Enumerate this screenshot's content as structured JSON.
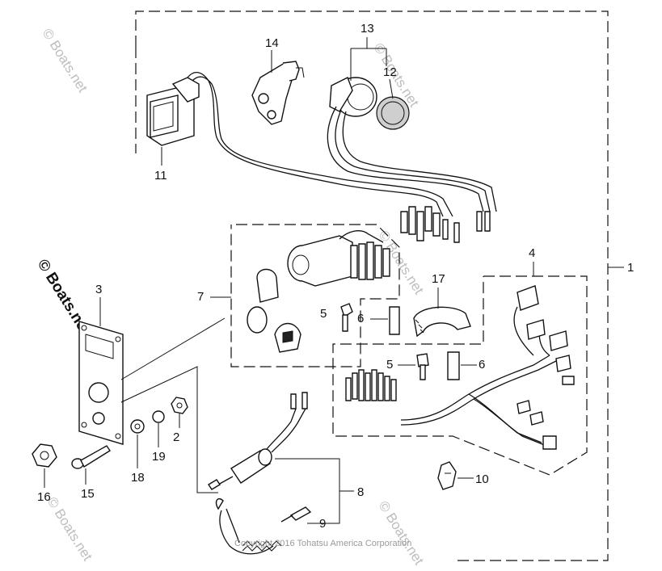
{
  "diagram": {
    "callouts": {
      "p1": "1",
      "p2": "2",
      "p3": "3",
      "p4": "4",
      "p5a": "5",
      "p5b": "5",
      "p6a": "6",
      "p6b": "6",
      "p7": "7",
      "p8": "8",
      "p9": "9",
      "p10": "10",
      "p11": "11",
      "p12": "12",
      "p13": "13",
      "p14": "14",
      "p15": "15",
      "p16": "16",
      "p17": "17",
      "p18": "18",
      "p19": "19"
    },
    "watermark": {
      "text": "© Boats.net",
      "prominent": "© Boats.net"
    },
    "copyright": "Copyright 2016 Tohatsu America Corporation"
  }
}
